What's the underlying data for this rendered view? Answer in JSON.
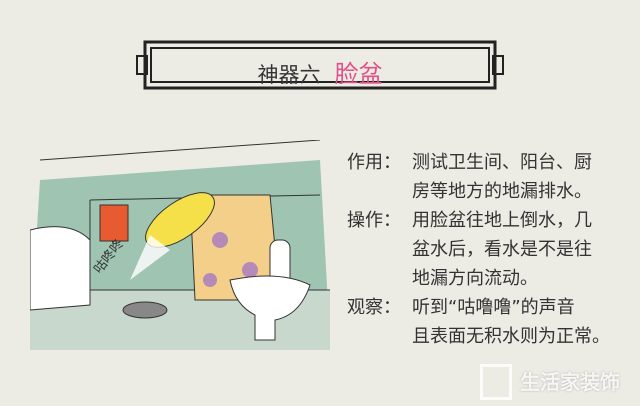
{
  "header": {
    "prefix": "神器六",
    "title": "脸盆",
    "title_color": "#e0508a"
  },
  "illustration": {
    "sound_text": "咕咚咚"
  },
  "sections": [
    {
      "label": "作用：",
      "lines": [
        "测试卫生间、阳台、厨",
        "房等地方的地漏排水。"
      ]
    },
    {
      "label": "操作：",
      "lines": [
        "用脸盆往地上倒水，几",
        "盆水后，看水是不是往",
        "地漏方向流动。"
      ]
    },
    {
      "label": "观察：",
      "lines": [
        "听到“咕噜噜”的声音",
        "且表面无积水则为正常。"
      ]
    }
  ],
  "watermark": {
    "text": "生活家装饰"
  }
}
